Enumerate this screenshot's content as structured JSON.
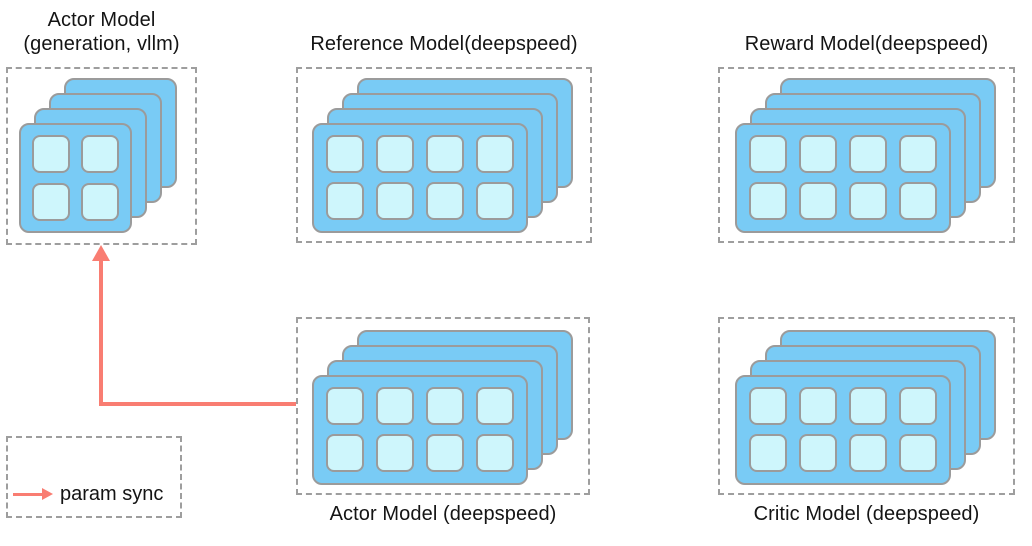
{
  "colors": {
    "background": "#ffffff",
    "card_fill": "#79cbf5",
    "card_border": "#9b9b9b",
    "chip_fill": "#cef6fc",
    "dashed_border": "#9e9e9e",
    "arrow": "#f97d72",
    "text": "#141414"
  },
  "nodes": {
    "actor_vllm": {
      "title_line1": "Actor Model",
      "title_line2": "(generation, vllm)",
      "label_position": "top",
      "layers": 4,
      "chip_rows": 2,
      "chip_cols": 2
    },
    "reference": {
      "title": "Reference Model(deepspeed)",
      "label_position": "top",
      "layers": 4,
      "chip_rows": 2,
      "chip_cols": 4
    },
    "reward": {
      "title": "Reward Model(deepspeed)",
      "label_position": "top",
      "layers": 4,
      "chip_rows": 2,
      "chip_cols": 4
    },
    "actor_ds": {
      "title": "Actor Model (deepspeed)",
      "label_position": "bottom",
      "layers": 4,
      "chip_rows": 2,
      "chip_cols": 4
    },
    "critic": {
      "title": "Critic Model (deepspeed)",
      "label_position": "bottom",
      "layers": 4,
      "chip_rows": 2,
      "chip_cols": 4
    }
  },
  "arrow": {
    "from": "Actor Model (deepspeed)",
    "to": "Actor Model (generation, vllm)"
  },
  "legend": {
    "label": "param sync"
  }
}
